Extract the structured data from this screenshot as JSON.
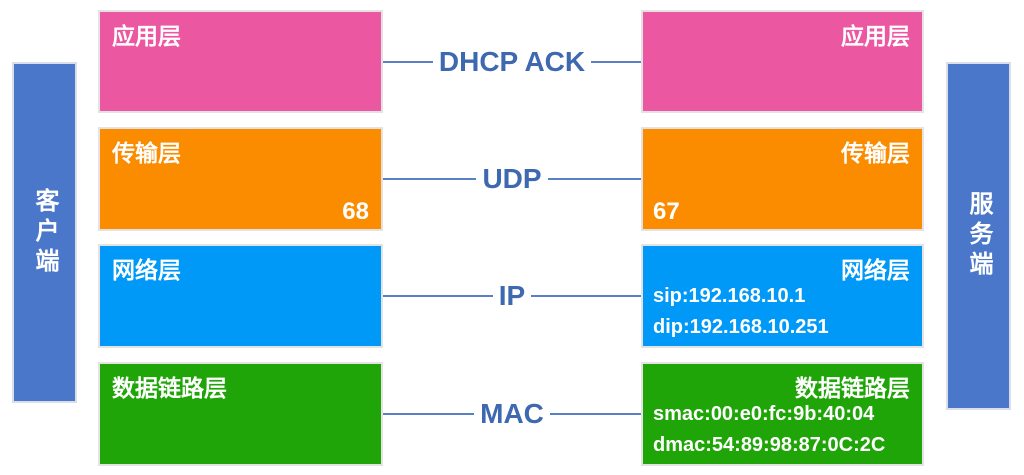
{
  "endpoints": {
    "client": "客户端",
    "server": "服务端"
  },
  "colors": {
    "endpoint_bar": "#4A77C9",
    "application_layer": "#EC57A1",
    "transport_layer": "#FB8C00",
    "network_layer": "#0099F8",
    "datalink_layer": "#1FA508",
    "link_line": "#5B7FC4",
    "link_text": "#3E68B0"
  },
  "layers": [
    {
      "id": "application",
      "link": "DHCP ACK",
      "left": {
        "title": "应用层"
      },
      "right": {
        "title": "应用层"
      }
    },
    {
      "id": "transport",
      "link": "UDP",
      "left": {
        "title": "传输层",
        "port": "68"
      },
      "right": {
        "title": "传输层",
        "port": "67"
      }
    },
    {
      "id": "network",
      "link": "IP",
      "left": {
        "title": "网络层"
      },
      "right": {
        "title": "网络层",
        "details": [
          "sip:192.168.10.1",
          "dip:192.168.10.251"
        ]
      }
    },
    {
      "id": "datalink",
      "link": "MAC",
      "left": {
        "title": "数据链路层"
      },
      "right": {
        "title": "数据链路层",
        "details": [
          "smac:00:e0:fc:9b:40:04",
          "dmac:54:89:98:87:0C:2C"
        ]
      }
    }
  ]
}
